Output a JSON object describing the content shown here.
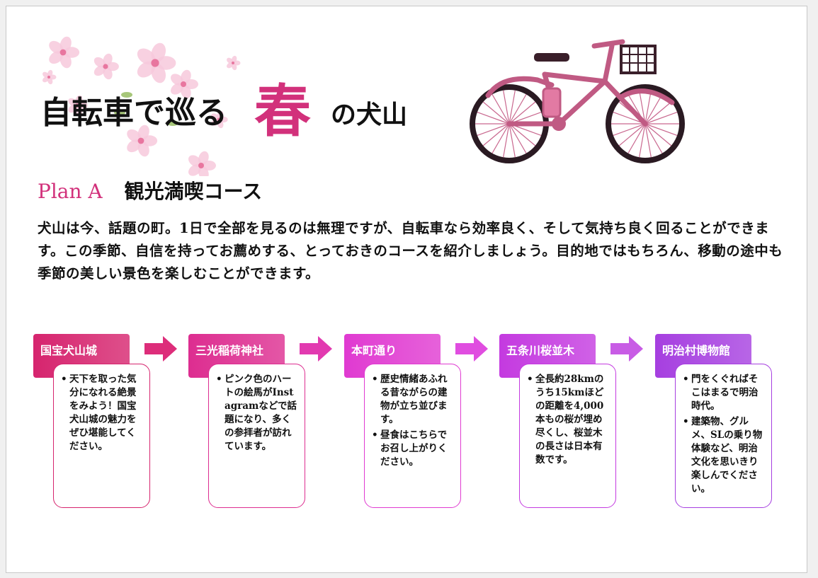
{
  "title": {
    "part1": "自転車で巡る",
    "part2": "春",
    "part3": "の犬山"
  },
  "plan": {
    "label": "Plan A",
    "name": "観光満喫コース"
  },
  "intro": "犬山は今、話題の町。1日で全部を見るのは無理ですが、自転車なら効率良く、そして気持ち良く回ることができます。この季節、自信を持ってお薦めする、とっておきのコースを紹介しましょう。目的地ではもちろん、移動の途中も季節の美しい景色を楽しむことができます。",
  "stops": [
    {
      "name": "国宝犬山城",
      "bullets": [
        "天下を取った気分になれる絶景をみよう！国宝犬山城の魅力をぜひ堪能してください。"
      ]
    },
    {
      "name": "三光稲荷神社",
      "bullets": [
        "ピンク色のハートの絵馬がInstagramなどで話題になり、多くの参拝者が訪れています。"
      ]
    },
    {
      "name": "本町通り",
      "bullets": [
        "歴史情緒あふれる昔ながらの建物が立ち並びます。",
        "昼食はこちらでお召し上がりください。"
      ]
    },
    {
      "name": "五条川桜並木",
      "bullets": [
        "全長約28kmのうち15kmほどの距離を4,000本もの桜が埋め尽くし、桜並木の長さは日本有数です。"
      ]
    },
    {
      "name": "明治村博物館",
      "bullets": [
        "門をくぐればそこはまるで明治時代。",
        "建築物、グルメ、SLの乗り物体験など、明治文化を思いきり楽しんでください。"
      ]
    }
  ],
  "colors": {
    "accent": "#d2317b",
    "stop_colors": [
      "#d6246e",
      "#dd2d90",
      "#e03ad1",
      "#c43ae0",
      "#a63fe0"
    ],
    "arrow_colors": [
      "#dd2d7a",
      "#e23ab0",
      "#e04de0",
      "#c85ce5",
      "#b04fe8"
    ]
  },
  "icons": {
    "decoration": "sakura-blossoms-icon",
    "bicycle": "bicycle-icon"
  }
}
